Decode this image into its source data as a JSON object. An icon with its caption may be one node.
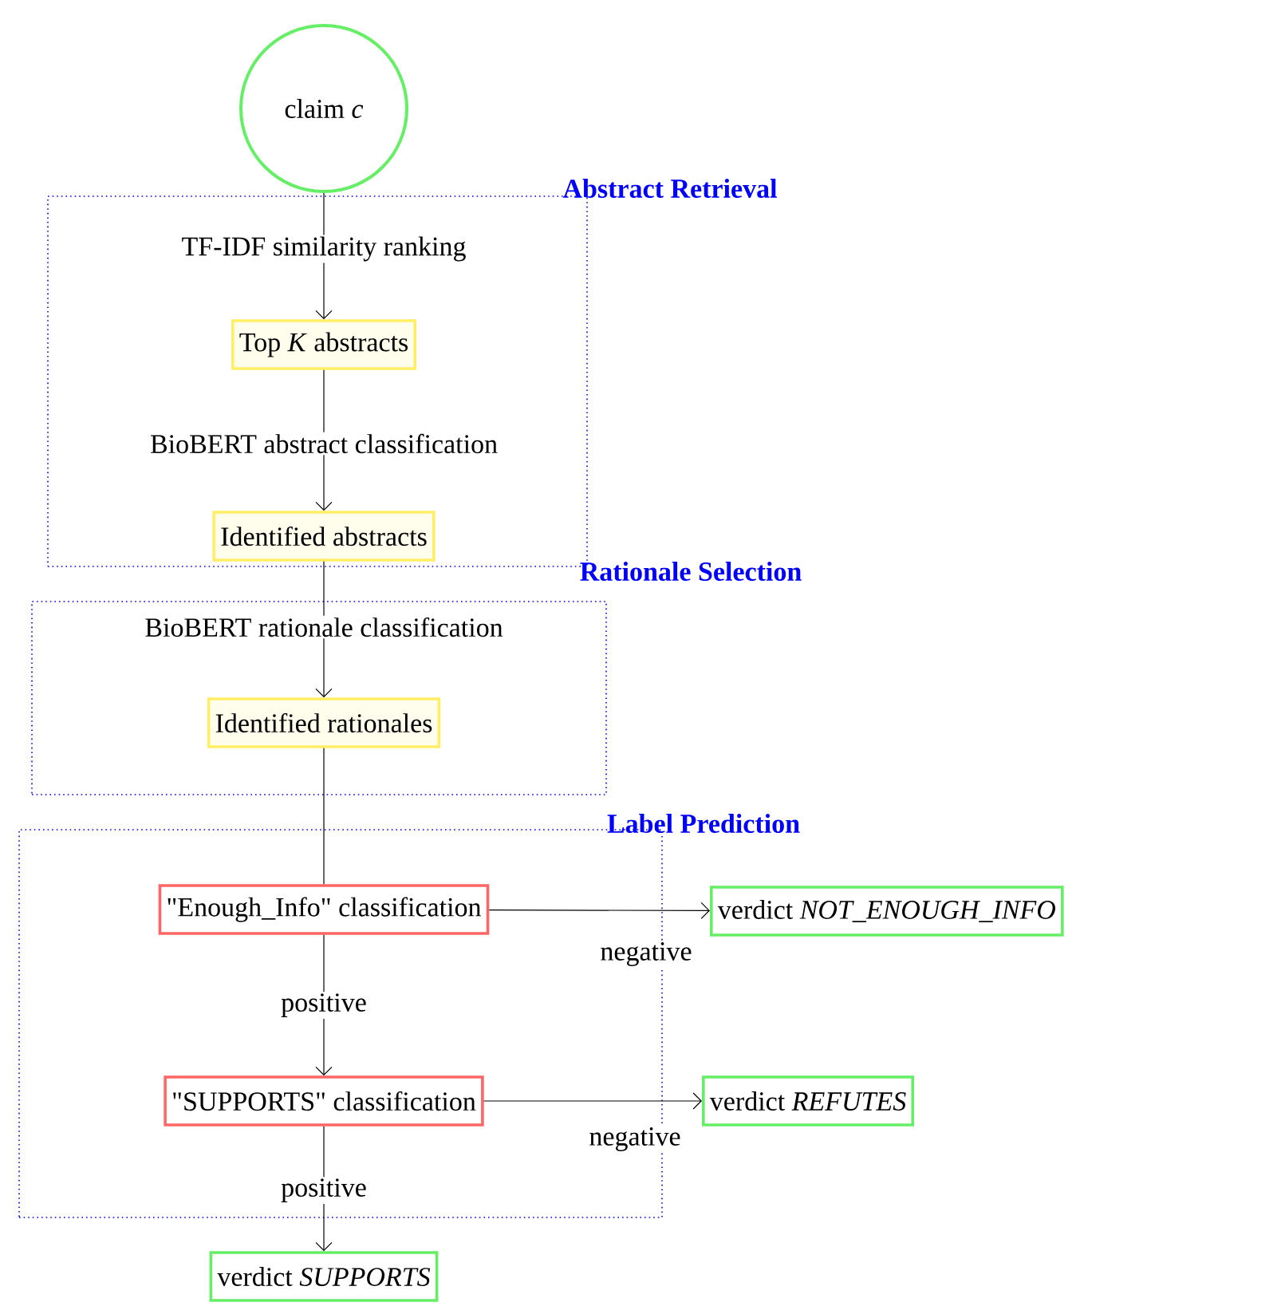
{
  "diagram": {
    "nodes": [
      {
        "text": [
          "claim *c*"
        ]
      },
      {
        "text": [
          "Abstract Retrieval"
        ]
      },
      {
        "text": [
          "Top *K* abstracts"
        ],
        "in": 1
      },
      {
        "text": [
          "Identified abstracts"
        ],
        "in": 1
      },
      {
        "text": [
          "Rationale Selection"
        ]
      },
      {
        "text": [
          "Identified rationales"
        ],
        "in": 4
      },
      {
        "text": [
          "Label Prediction"
        ]
      },
      {
        "text": [
          "\"Enough_Info\" classification"
        ],
        "in": 6
      },
      {
        "text": [
          "\"SUPPORTS\" classification"
        ],
        "in": 6
      },
      {
        "text": [
          "verdict *NOT_ENOUGH_INFO*"
        ]
      },
      {
        "text": [
          "verdict *REFUTES*"
        ]
      },
      {
        "text": [
          "verdict *SUPPORTS*"
        ]
      }
    ],
    "edges": [
      {
        "from": 0,
        "to": 2,
        "arrow": "to",
        "label": "TF-IDF similarity ranking"
      },
      {
        "from": 2,
        "to": 3,
        "arrow": "to",
        "label": "BioBERT abstract classification"
      },
      {
        "from": 3,
        "to": 5,
        "arrow": "to",
        "label": "BioBERT rationale classification"
      },
      {
        "from": 5,
        "to": 7,
        "arrow": "none"
      },
      {
        "from": 7,
        "to": 9,
        "arrow": "to",
        "label": "negative"
      },
      {
        "from": 7,
        "to": 8,
        "arrow": "to",
        "label": "positive"
      },
      {
        "from": 8,
        "to": 10,
        "arrow": "to",
        "label": "negative"
      },
      {
        "from": 8,
        "to": 11,
        "arrow": "to",
        "label": "positive"
      }
    ]
  }
}
